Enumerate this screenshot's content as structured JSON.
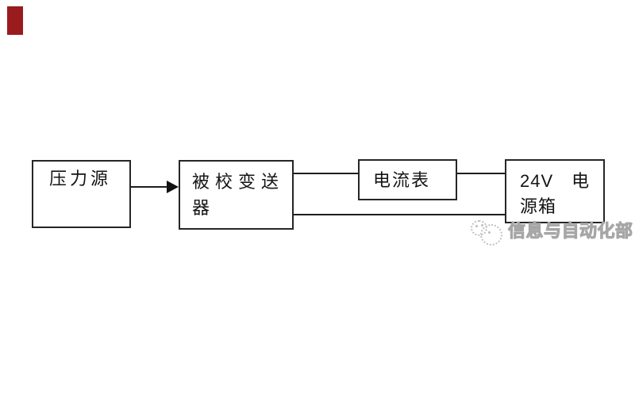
{
  "page": {
    "background": "#ffffff",
    "decor_red_square_color": "#9a1b1e",
    "diagram_line_color": "#1d1d1d",
    "watermark_color": "#a6a6a6"
  },
  "diagram": {
    "nodes": [
      {
        "name": "pressure-source",
        "lines": [
          "压力源"
        ]
      },
      {
        "name": "transmitter-under-calibration",
        "lines": [
          "被校变送",
          "器"
        ]
      },
      {
        "name": "ammeter",
        "lines": [
          "电流表"
        ]
      },
      {
        "name": "power-supply-box",
        "lines": [
          "24V　电",
          "源箱"
        ]
      }
    ],
    "connections": [
      {
        "from": "pressure-source",
        "to": "transmitter-under-calibration",
        "style": "arrow"
      },
      {
        "from": "transmitter-under-calibration",
        "to": "ammeter",
        "style": "line"
      },
      {
        "from": "ammeter",
        "to": "power-supply-box",
        "style": "line"
      },
      {
        "from": "transmitter-under-calibration",
        "to": "power-supply-box",
        "style": "line-bottom"
      }
    ]
  },
  "watermark": {
    "text": "信息与自动化部"
  }
}
